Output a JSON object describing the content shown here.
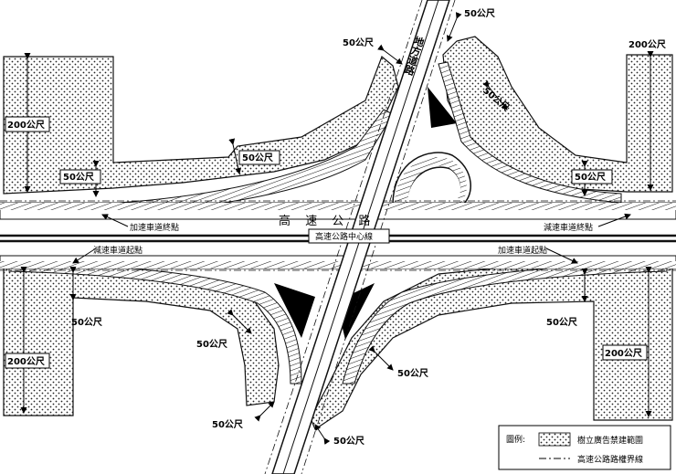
{
  "highway_label": "高 速 公 路",
  "centerline_label": "高速公路中心線",
  "local_road_label": "地方道路",
  "ramp_labels": {
    "accel_end": "加速車道終點",
    "decel_end": "減速車道終點",
    "decel_start": "減速車道起點",
    "accel_start": "加速車道起點"
  },
  "dimensions": {
    "d50": "50公尺",
    "d200": "200公尺"
  },
  "legend": {
    "title": "圖例:",
    "dotted_area": "樹立廣告禁建範圍",
    "boundary_line": "高速公路路權界線"
  },
  "colors": {
    "ink": "#111111",
    "paper": "#ffffff",
    "dots": "#222222"
  }
}
